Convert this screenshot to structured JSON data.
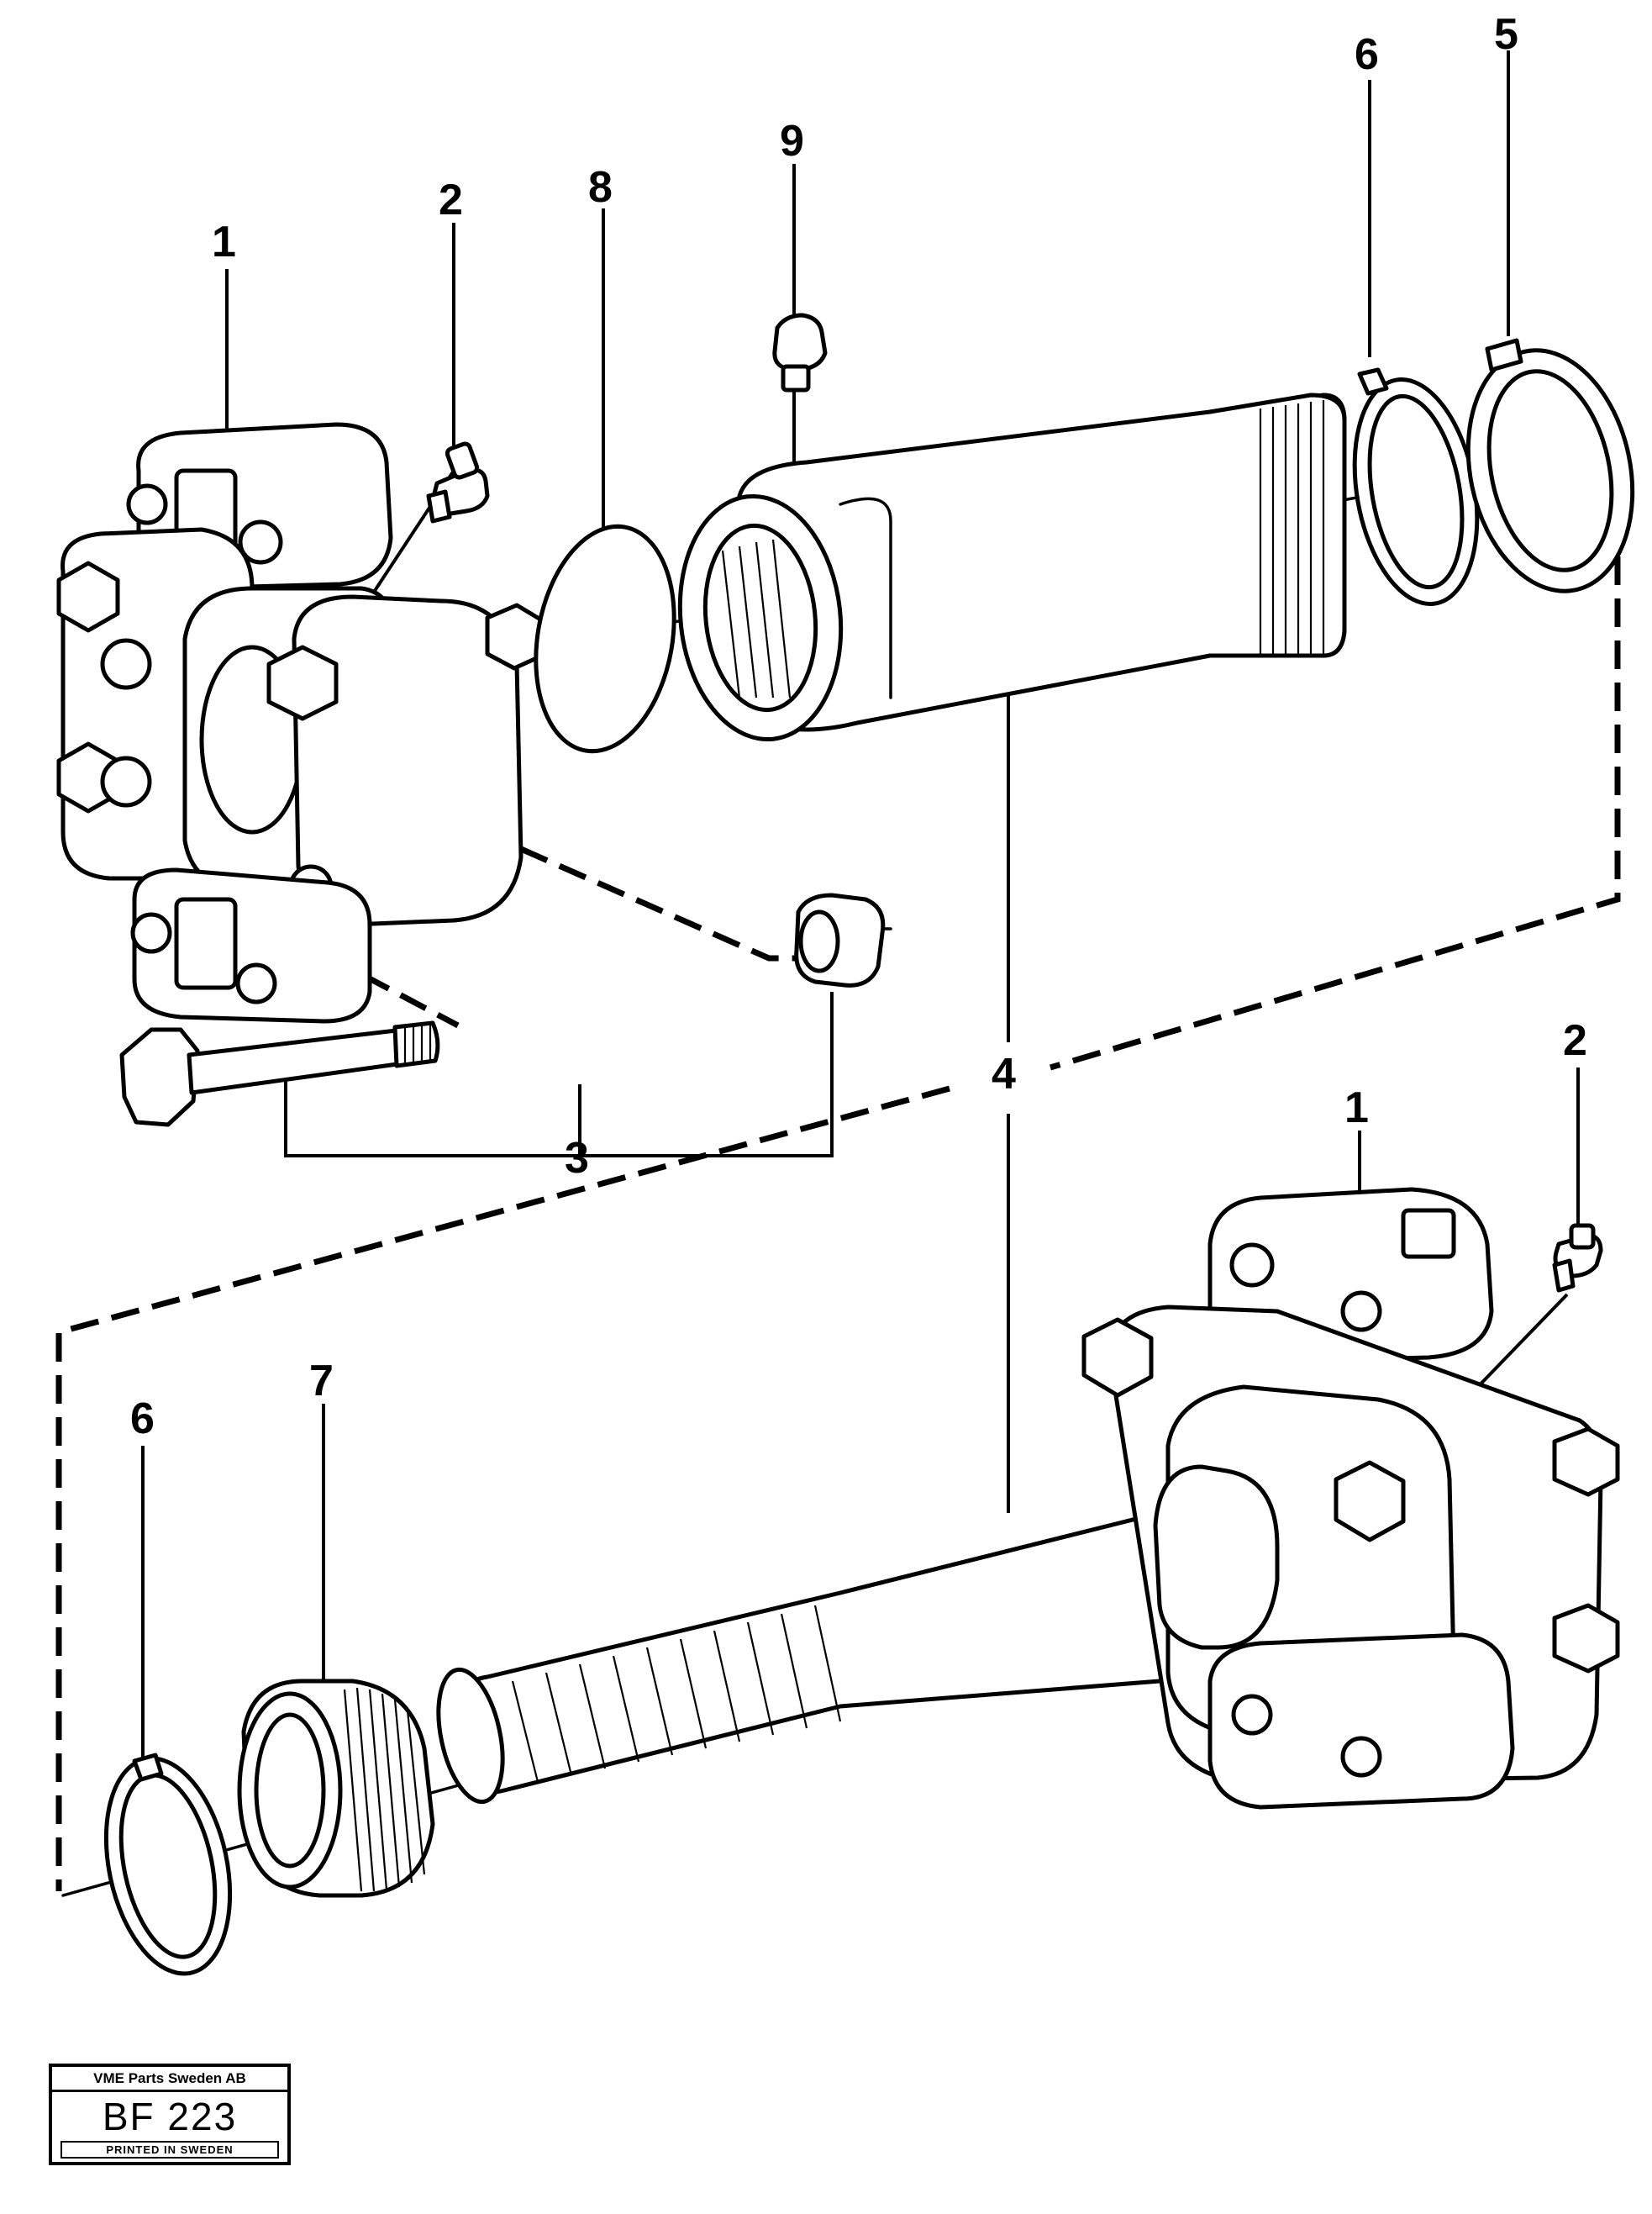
{
  "diagram": {
    "callouts": [
      {
        "id": "c1a",
        "text": "1"
      },
      {
        "id": "c2a",
        "text": "2"
      },
      {
        "id": "c8",
        "text": "8"
      },
      {
        "id": "c9",
        "text": "9"
      },
      {
        "id": "c6a",
        "text": "6"
      },
      {
        "id": "c5",
        "text": "5"
      },
      {
        "id": "c4",
        "text": "4"
      },
      {
        "id": "c3",
        "text": "3"
      },
      {
        "id": "c2b",
        "text": "2"
      },
      {
        "id": "c1b",
        "text": "1"
      },
      {
        "id": "c6b",
        "text": "6"
      },
      {
        "id": "c7",
        "text": "7"
      }
    ]
  },
  "stamp": {
    "company": "VME Parts Sweden AB",
    "code": "BF 223",
    "printed": "PRINTED IN SWEDEN"
  }
}
